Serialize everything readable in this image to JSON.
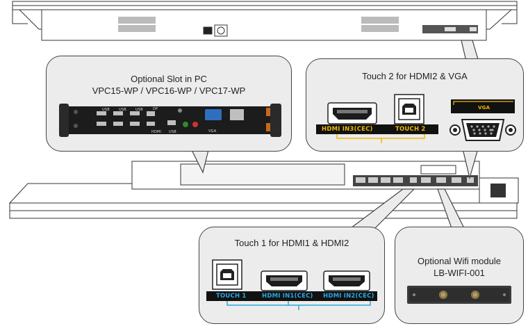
{
  "pc_slot": {
    "title": "Optional Slot in PC",
    "models": "VPC15-WP / VPC16-WP / VPC17-WP",
    "usb_label": "USB",
    "dp_label": "DP",
    "hdmi_label": "HDMI",
    "vga_label": "VGA"
  },
  "touch2": {
    "title": "Touch 2 for HDMI2 & VGA",
    "hdmi_label": "HDMI IN3(CEC)",
    "touch_label": "TOUCH 2",
    "vga_label": "VGA"
  },
  "touch1": {
    "title": "Touch 1 for HDMI1 & HDMI2",
    "touch_label": "TOUCH 1",
    "hdmi1_label": "HDMI IN1(CEC)",
    "hdmi2_label": "HDMI IN2(CEC)"
  },
  "wifi": {
    "title": "Optional Wifi module",
    "model": "LB-WIFI-001"
  },
  "colors": {
    "touch_label_yellow": "#f2b705",
    "touch_label_blue": "#2aa8e0",
    "callout_bg": "#ececec"
  }
}
